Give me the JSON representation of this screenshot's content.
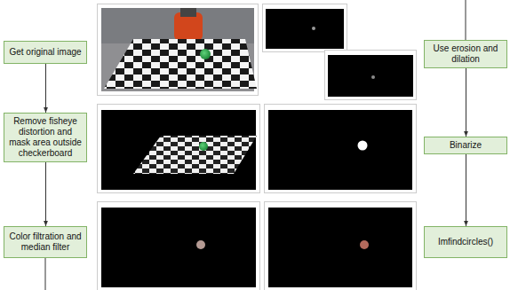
{
  "diagram": {
    "nodes": [
      {
        "text": [
          "Get original image"
        ]
      },
      {
        "text": [
          "Remove fisheye distortion and mask area outside checkerboard"
        ]
      },
      {
        "text": [
          "Color filtration and median filter"
        ]
      },
      {
        "text": [
          "Use erosion and dilation"
        ]
      },
      {
        "text": [
          "Binarize"
        ]
      },
      {
        "text": [
          "Imfindcircles()"
        ]
      }
    ],
    "edges": [
      {
        "from": 0,
        "to": 1,
        "arrow": "to"
      },
      {
        "from": 1,
        "to": 2,
        "arrow": "to"
      },
      {
        "from": 3,
        "to": 4,
        "arrow": "to"
      },
      {
        "from": 4,
        "to": 5,
        "arrow": "to"
      }
    ]
  }
}
